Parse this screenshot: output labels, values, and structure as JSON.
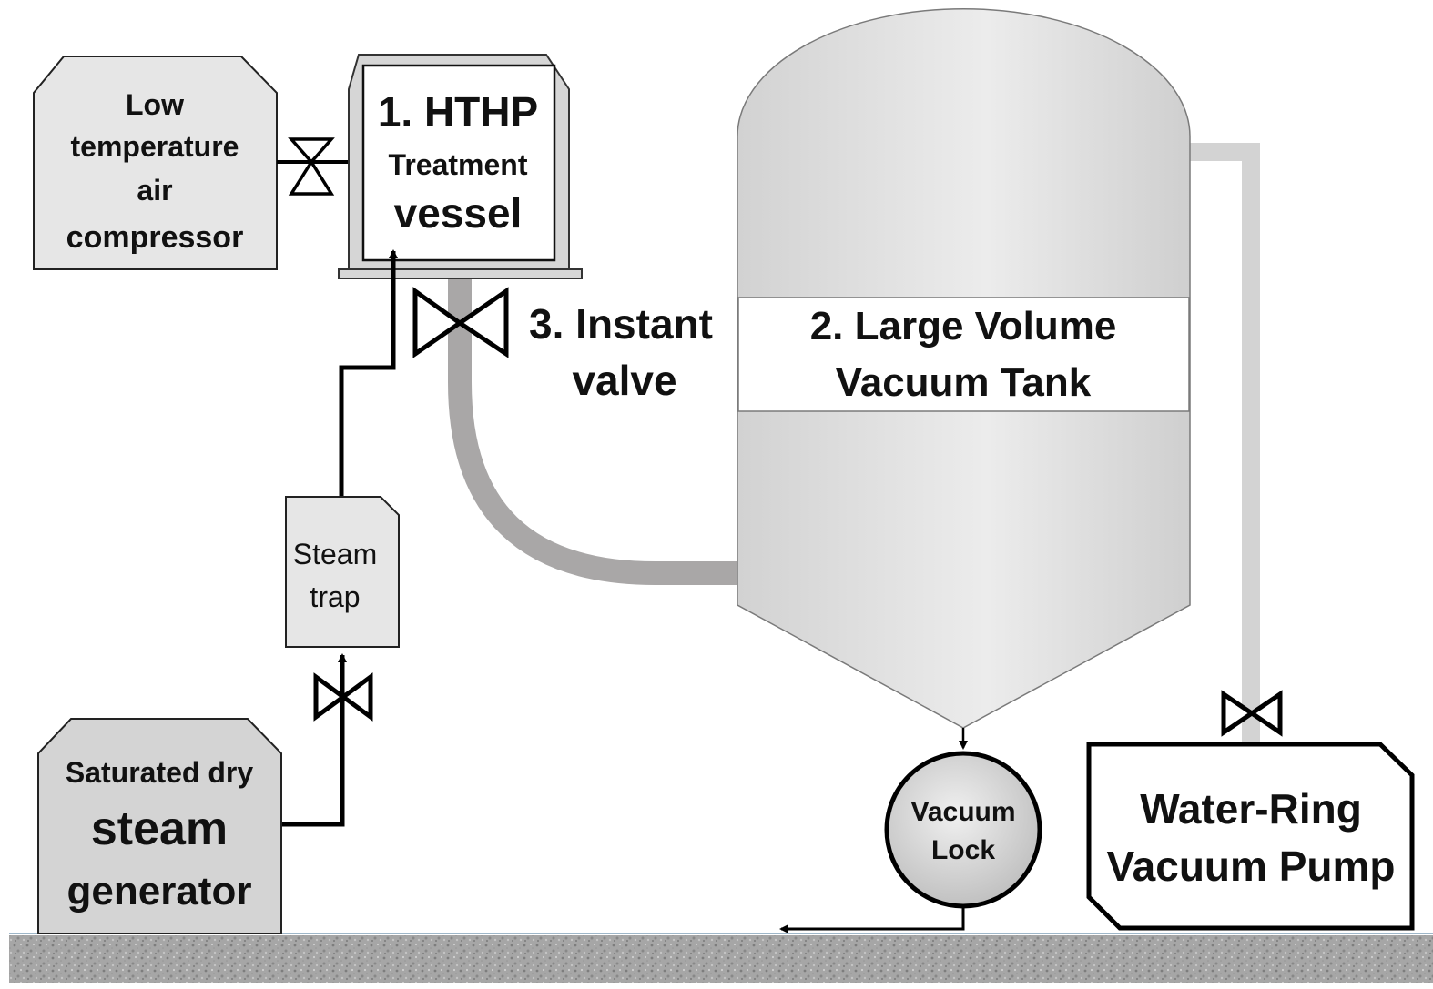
{
  "compressor": {
    "line1": "Low",
    "line2": "temperature",
    "line3": "air",
    "line4": "compressor"
  },
  "vessel": {
    "line1": "1. HTHP",
    "line2": "Treatment",
    "line3": "vessel"
  },
  "valve": {
    "line1": "3. Instant",
    "line2": "valve"
  },
  "tank": {
    "line1": "2. Large Volume",
    "line2": "Vacuum Tank"
  },
  "steam_trap": {
    "line1": "Steam",
    "line2": "trap"
  },
  "generator": {
    "line1": "Saturated dry",
    "line2": "steam",
    "line3": "generator"
  },
  "vacuum_lock": {
    "line1": "Vacuum",
    "line2": "Lock"
  },
  "pump": {
    "line1": "Water-Ring",
    "line2": "Vacuum Pump"
  },
  "colors": {
    "box_fill": "#e6e6e6",
    "generator_fill": "#d4d4d4",
    "tank_fill": "#dedede",
    "pipe_dark": "#a9a7a7",
    "pipe_light": "#d3d3d3",
    "line": "#000000",
    "ground": "#a6a6a6"
  },
  "icons": {
    "valve": "bowtie-valve-icon",
    "arrow": "flow-arrow-icon"
  }
}
